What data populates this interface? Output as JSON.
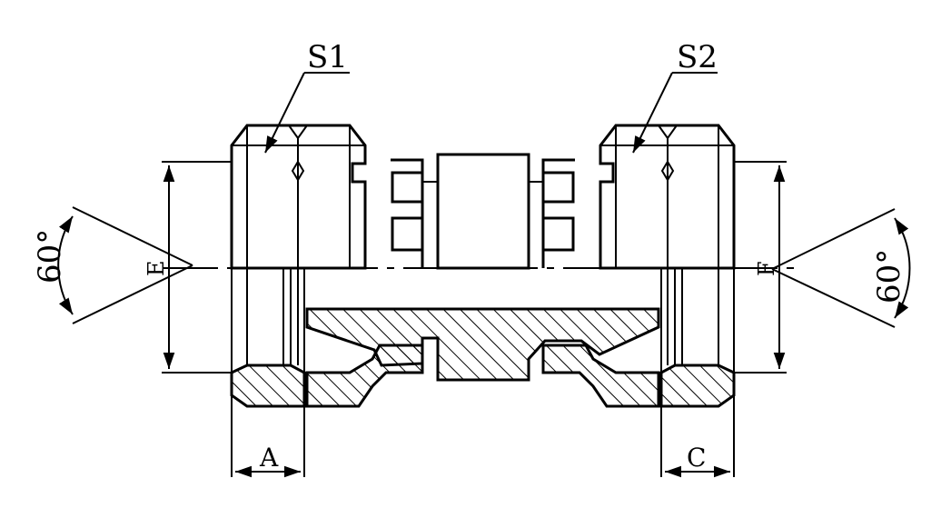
{
  "labels": {
    "s1": "S1",
    "s2": "S2",
    "e": "E",
    "f": "F",
    "a": "A",
    "c": "C",
    "angle_left": "60°",
    "angle_right": "60°"
  },
  "colors": {
    "line": "#000000",
    "background": "#ffffff"
  }
}
